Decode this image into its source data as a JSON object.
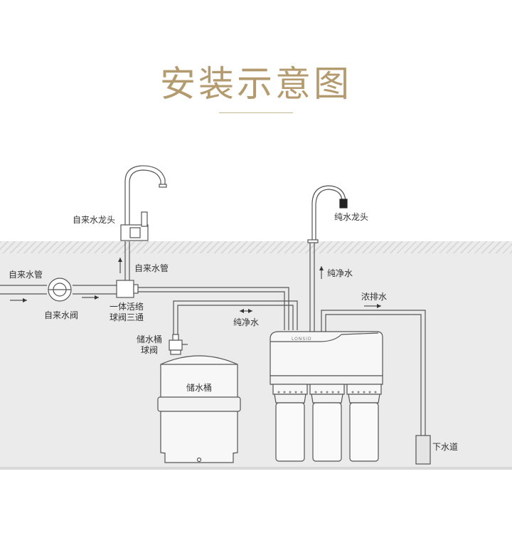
{
  "title": "安装示意图",
  "labels": {
    "tap_faucet": "自来水龙头",
    "pure_faucet": "纯水龙头",
    "tap_pipe_left": "自来水管",
    "tap_pipe_up": "自来水管",
    "tap_valve": "自来水阀",
    "tee_valve_line1": "一体活络",
    "tee_valve_line2": "球阀三通",
    "pure_water_mid": "纯净水",
    "pure_water_up": "纯净水",
    "concentrate": "浓排水",
    "tank_valve_line1": "储水桶",
    "tank_valve_line2": "球阀",
    "tank": "储水桶",
    "drain": "下水道",
    "brand": "LONSID"
  },
  "colors": {
    "title": "#b49a6f",
    "line": "#555555",
    "cabinet": "#ebebeb"
  }
}
